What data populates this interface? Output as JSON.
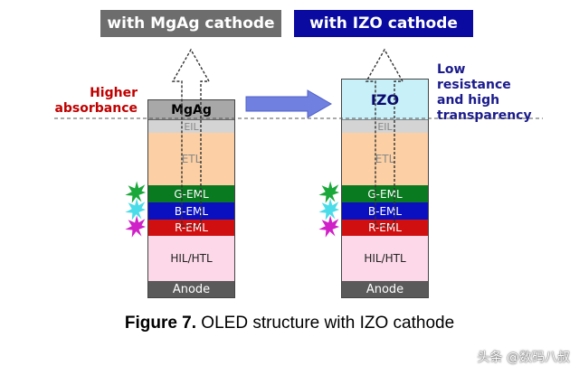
{
  "headers": {
    "left": "with MgAg cathode",
    "right": "with IZO cathode"
  },
  "annotations": {
    "higher": "Higher",
    "absorbance": "absorbance",
    "low": "Low",
    "resistance": "resistance",
    "and_high": "and high",
    "transparency": "transparency"
  },
  "left_stack": {
    "cathode": "MgAg",
    "eil": "EIL",
    "etl": "ETL",
    "g_eml": "G-EML",
    "b_eml": "B-EML",
    "r_eml": "R-EML",
    "hil_htl": "HIL/HTL",
    "anode": "Anode"
  },
  "right_stack": {
    "cathode": "IZO",
    "eil": "EIL",
    "etl": "ETL",
    "g_eml": "G-EML",
    "b_eml": "B-EML",
    "r_eml": "R-EML",
    "hil_htl": "HIL/HTL",
    "anode": "Anode"
  },
  "caption": {
    "bold": "Figure 7.",
    "text": " OLED structure with IZO cathode"
  },
  "watermark": "头条 @数码八叔",
  "colors": {
    "header_left": "#6d6d6d",
    "header_right": "#0a0aa0",
    "mgag": "#a8a8a8",
    "izo": "#c8f0f8",
    "eil": "#d4d4d4",
    "etl": "#fcd0a4",
    "g_eml": "#0a7a20",
    "b_eml": "#0a10c0",
    "r_eml": "#d01010",
    "hil_htl": "#fcd8e8",
    "anode": "#5a5a5a"
  }
}
